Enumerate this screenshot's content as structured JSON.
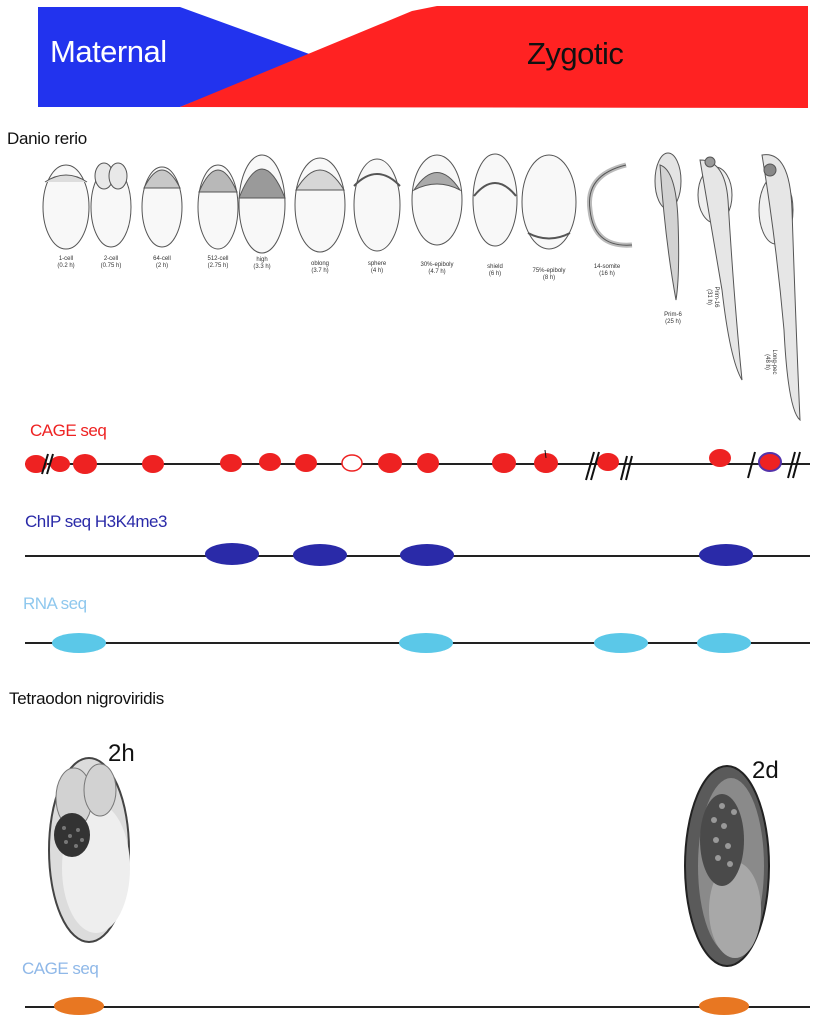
{
  "header": {
    "maternal_label": "Maternal",
    "zygotic_label": "Zygotic",
    "maternal_color": "#2233ee",
    "zygotic_color": "#ff2222"
  },
  "danio": {
    "species": "Danio rerio",
    "stages": [
      {
        "name": "1-cell",
        "time": "(0.2 h)"
      },
      {
        "name": "2-cell",
        "time": "(0.75 h)"
      },
      {
        "name": "64-cell",
        "time": "(2 h)"
      },
      {
        "name": "512-cell",
        "time": "(2.75 h)"
      },
      {
        "name": "high",
        "time": "(3.3 h)"
      },
      {
        "name": "oblong",
        "time": "(3.7 h)"
      },
      {
        "name": "sphere",
        "time": "(4 h)"
      },
      {
        "name": "30%-epiboly",
        "time": "(4.7 h)"
      },
      {
        "name": "shield",
        "time": "(6 h)"
      },
      {
        "name": "75%-epiboly",
        "time": "(8 h)"
      },
      {
        "name": "14-somite",
        "time": "(16 h)"
      },
      {
        "name": "Prim-6",
        "time": "(25 h)"
      },
      {
        "name": "Prim-16",
        "time": "(31 h)"
      },
      {
        "name": "Long-pec",
        "time": "(48 h)"
      }
    ]
  },
  "tracks": {
    "cage": {
      "label": "CAGE seq",
      "color": "#ee2222"
    },
    "chip": {
      "label": "ChIP seq H3K4me3",
      "color": "#2a2aa8"
    },
    "rna": {
      "label": "RNA seq",
      "color": "#5bc8e8"
    },
    "tetra_cage": {
      "label": "CAGE seq",
      "color": "#e87722"
    }
  },
  "tetraodon": {
    "species": "Tetraodon nigroviridis",
    "time_early": "2h",
    "time_late": "2d"
  }
}
